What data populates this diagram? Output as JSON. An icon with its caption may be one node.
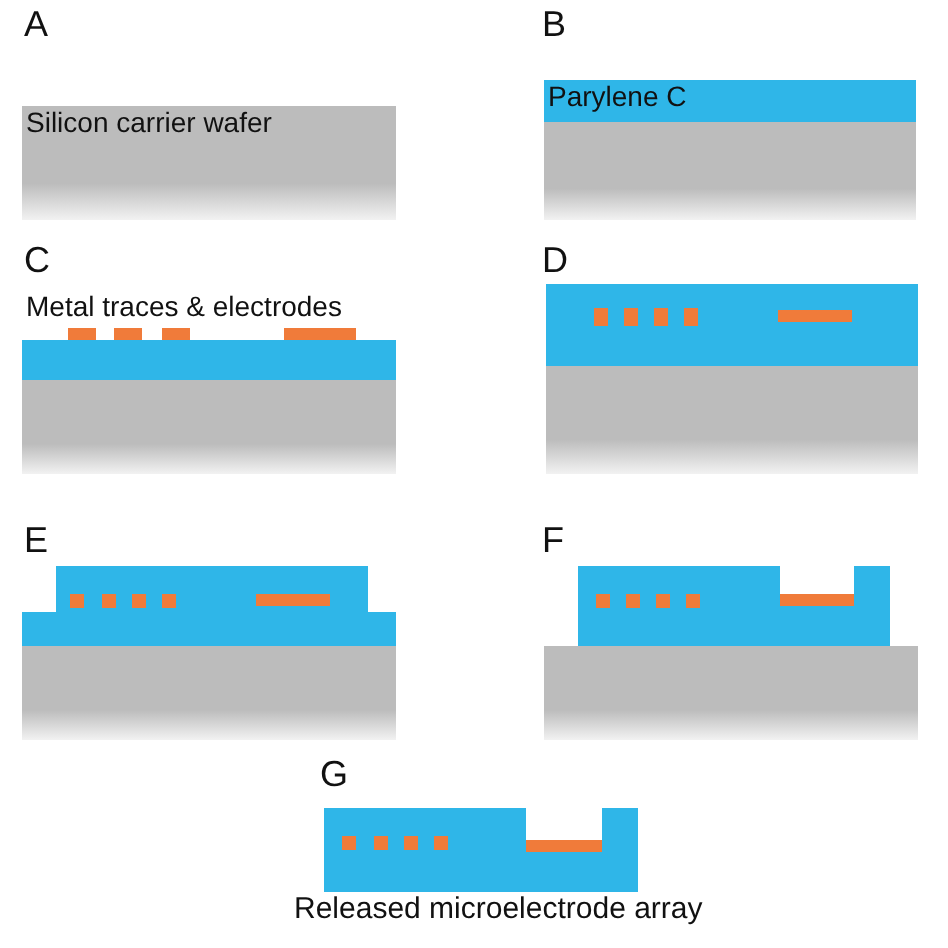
{
  "diagram": {
    "nodes": [
      {
        "text": [
          "Silicon carrier wafer"
        ]
      },
      {
        "text": [
          "Parylene C"
        ]
      },
      {
        "text": [],
        "shape": "box"
      }
    ],
    "labels": [
      "A",
      "B",
      "C",
      "Metal traces & electrodes",
      "D",
      "E",
      "F",
      "G",
      "Released microelectrode array"
    ]
  }
}
